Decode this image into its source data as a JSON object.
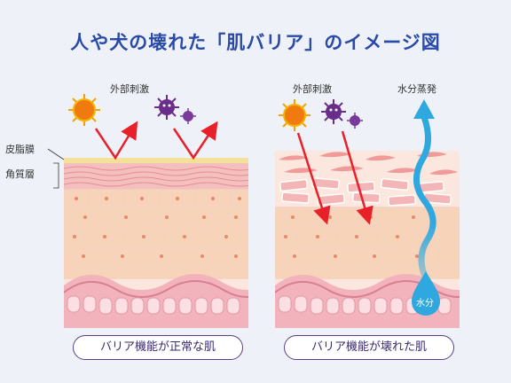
{
  "title": "人や犬の壊れた「肌バリア」のイメージ図",
  "labels": {
    "sebum_membrane": "皮脂膜",
    "stratum_corneum": "角質層",
    "external_stimulus_left": "外部刺激",
    "external_stimulus_right": "外部刺激",
    "water_evaporation": "水分蒸発",
    "moisture": "水分"
  },
  "captions": {
    "normal": "バリア機能が正常な肌",
    "broken": "バリア機能が壊れた肌"
  },
  "colors": {
    "title": "#2a4aa8",
    "arrow": "#e8202a",
    "water": "#2fa8e0",
    "sebum": "#f5e6a0",
    "corneum": "#f0a8a8",
    "epidermis": "#f6cfae",
    "dermis": "#f3b8bf",
    "germ": "#8e4fa3"
  }
}
